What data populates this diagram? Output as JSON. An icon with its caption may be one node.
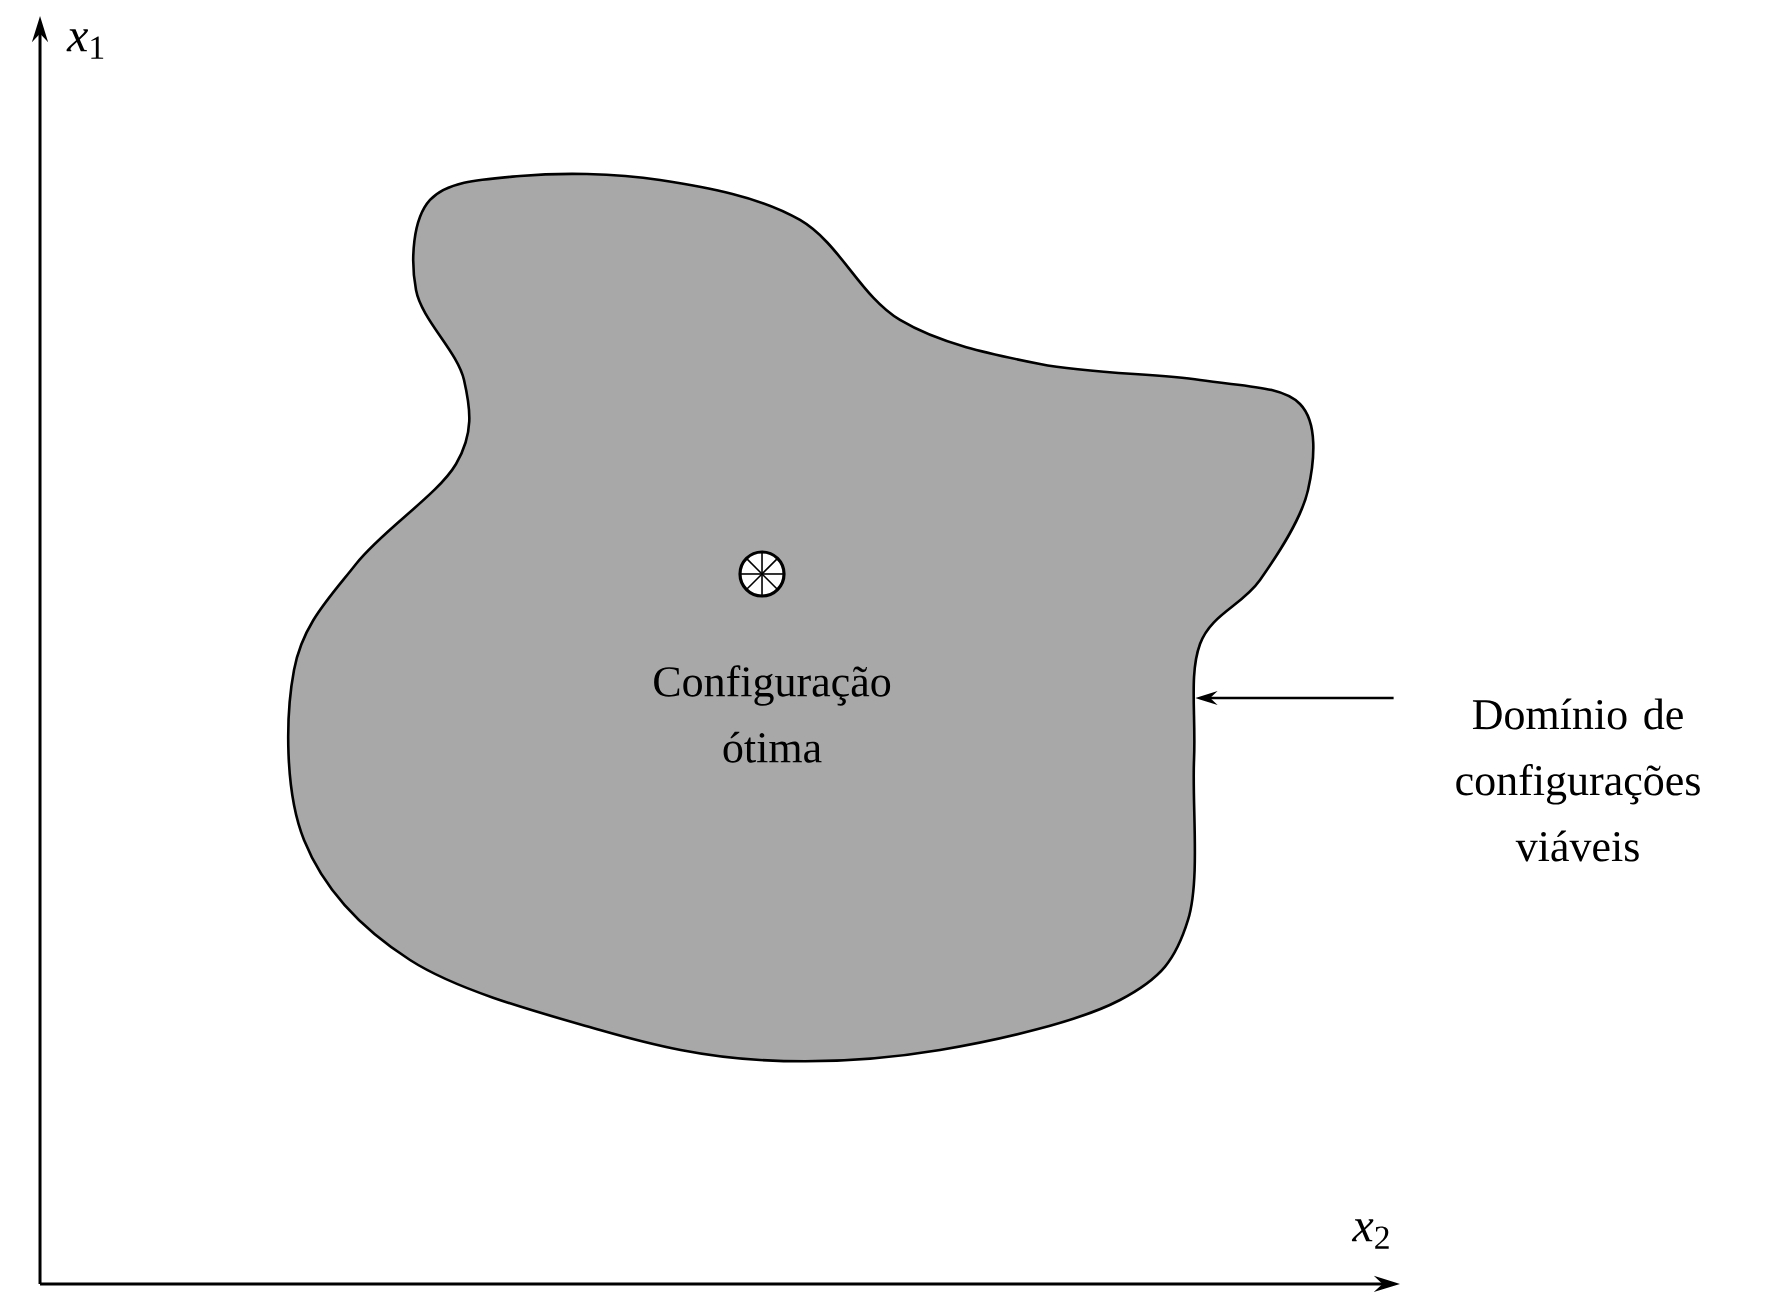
{
  "diagram": {
    "nodes": [
      {
        "text": [
          "Domínio de configurações viáveis"
        ]
      },
      {
        "text": [],
        "shape": "cloud"
      }
    ],
    "edges": [
      {
        "from": 0,
        "to": 1,
        "arrow": "to"
      }
    ],
    "labels": [
      "*x*$_{1}$",
      "Configuração ótima",
      "*x*$_{2}$"
    ]
  }
}
